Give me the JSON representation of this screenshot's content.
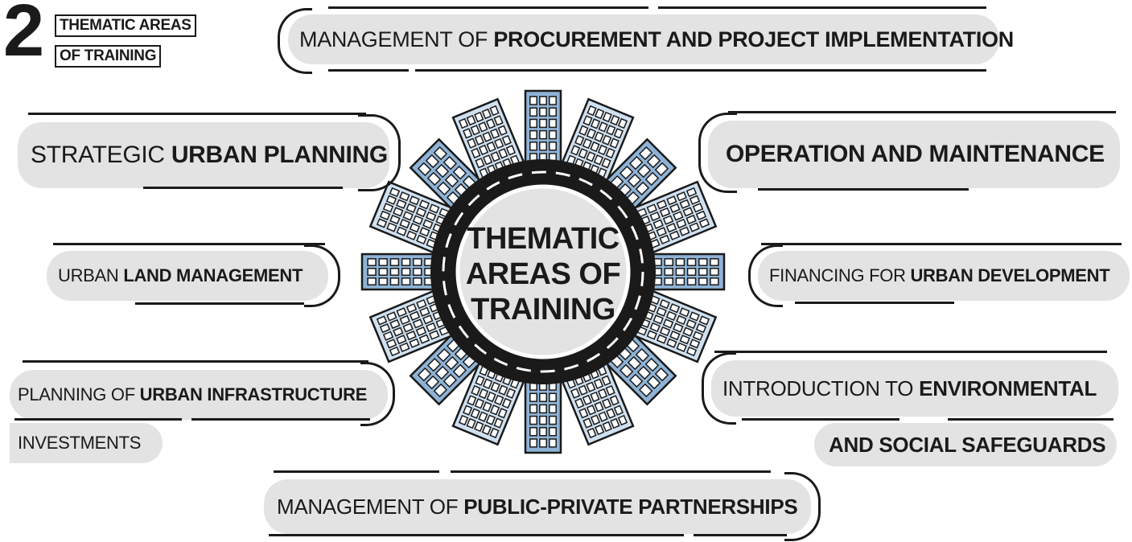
{
  "badge": {
    "number": "2",
    "line1": "THEMATIC AREAS",
    "line2": "OF TRAINING"
  },
  "center": {
    "title": "THEMATIC AREAS OF TRAINING"
  },
  "areas": {
    "procurement": {
      "regular": "MANAGEMENT OF ",
      "bold": "PROCUREMENT AND PROJECT IMPLEMENTATION"
    },
    "strategic": {
      "regular": "STRATEGIC ",
      "bold": "URBAN PLANNING"
    },
    "operation": {
      "regular": "",
      "bold": "OPERATION AND MAINTENANCE"
    },
    "land": {
      "regular": "URBAN ",
      "bold": "LAND MANAGEMENT"
    },
    "financing": {
      "regular": "FINANCING FOR ",
      "bold": "URBAN DEVELOPMENT"
    },
    "infrastructure": {
      "regular": "PLANNING OF ",
      "bold": "URBAN INFRASTRUCTURE",
      "line2": "INVESTMENTS"
    },
    "environmental": {
      "regular": "INTRODUCTION TO ",
      "bold": "ENVIRONMENTAL",
      "line2": "AND SOCIAL SAFEGUARDS"
    },
    "ppp": {
      "regular": "MANAGEMENT OF ",
      "bold": "PUBLIC-PRIVATE PARTNERSHIPS"
    }
  },
  "colors": {
    "ink": "#1a1a1a",
    "pill": "#e3e3e3",
    "building": "#8fb3d6",
    "building_light": "#cfe0f0",
    "road": "#1a1a1a",
    "center_disc": "#e3e3e3"
  }
}
